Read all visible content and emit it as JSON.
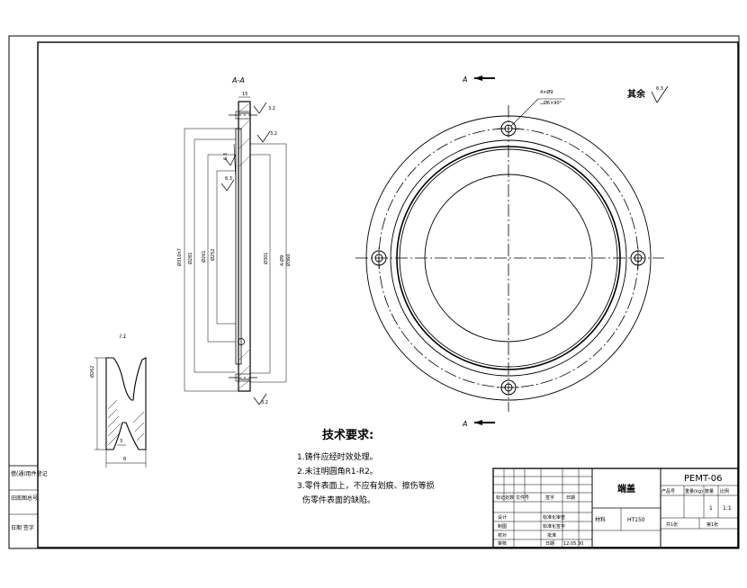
{
  "section_label": "A-A",
  "section_marker": "A",
  "detail_label": "I:1",
  "surface_note": {
    "label": "其余",
    "roughness": "6.3"
  },
  "roughness": {
    "a": "3.2",
    "b": "3.2",
    "c": "6.3",
    "d": "6.3",
    "e": "3.2"
  },
  "dims_vertical": [
    "Ø310h7",
    "Ø281",
    "Ø261",
    "Ø252",
    "Ø301",
    "4-Ø9",
    "Ø360"
  ],
  "dims_top": "15",
  "dims_detail": {
    "height": "Ø262",
    "bottom": "3",
    "width": "8"
  },
  "hole_note": {
    "line1": "4×Ø9",
    "line2": "⌴Ø6×90°"
  },
  "tech": {
    "title": "技术要求:",
    "items": [
      "1.铸件应经时效处理。",
      "2.未注明圆角R1-R2。",
      "3.零件表面上，不应有划痕、擦伤等损",
      "伤零件表面的缺陷。"
    ]
  },
  "left_strip": [
    "借(通)用件登记",
    "旧底图总号",
    "日期  签字"
  ],
  "title_block": {
    "part_name": "端盖",
    "drawing_no": "PEMT-06",
    "material_label": "材料",
    "material": "HT150",
    "ratio": "1:1",
    "qty": "1",
    "rev_headers": [
      "标记处数",
      "文件号",
      "签字",
      "日期"
    ],
    "staff": [
      "设计",
      "制图",
      "校对",
      "审核"
    ],
    "std": [
      "标准化审查",
      "标准化签字",
      "批准",
      "日期"
    ],
    "date": "12.05.30",
    "meta_headers": [
      "产品号",
      "重量(kg)",
      "数量",
      "比例"
    ],
    "sheet": "共1张",
    "sheet2": "第1张"
  }
}
